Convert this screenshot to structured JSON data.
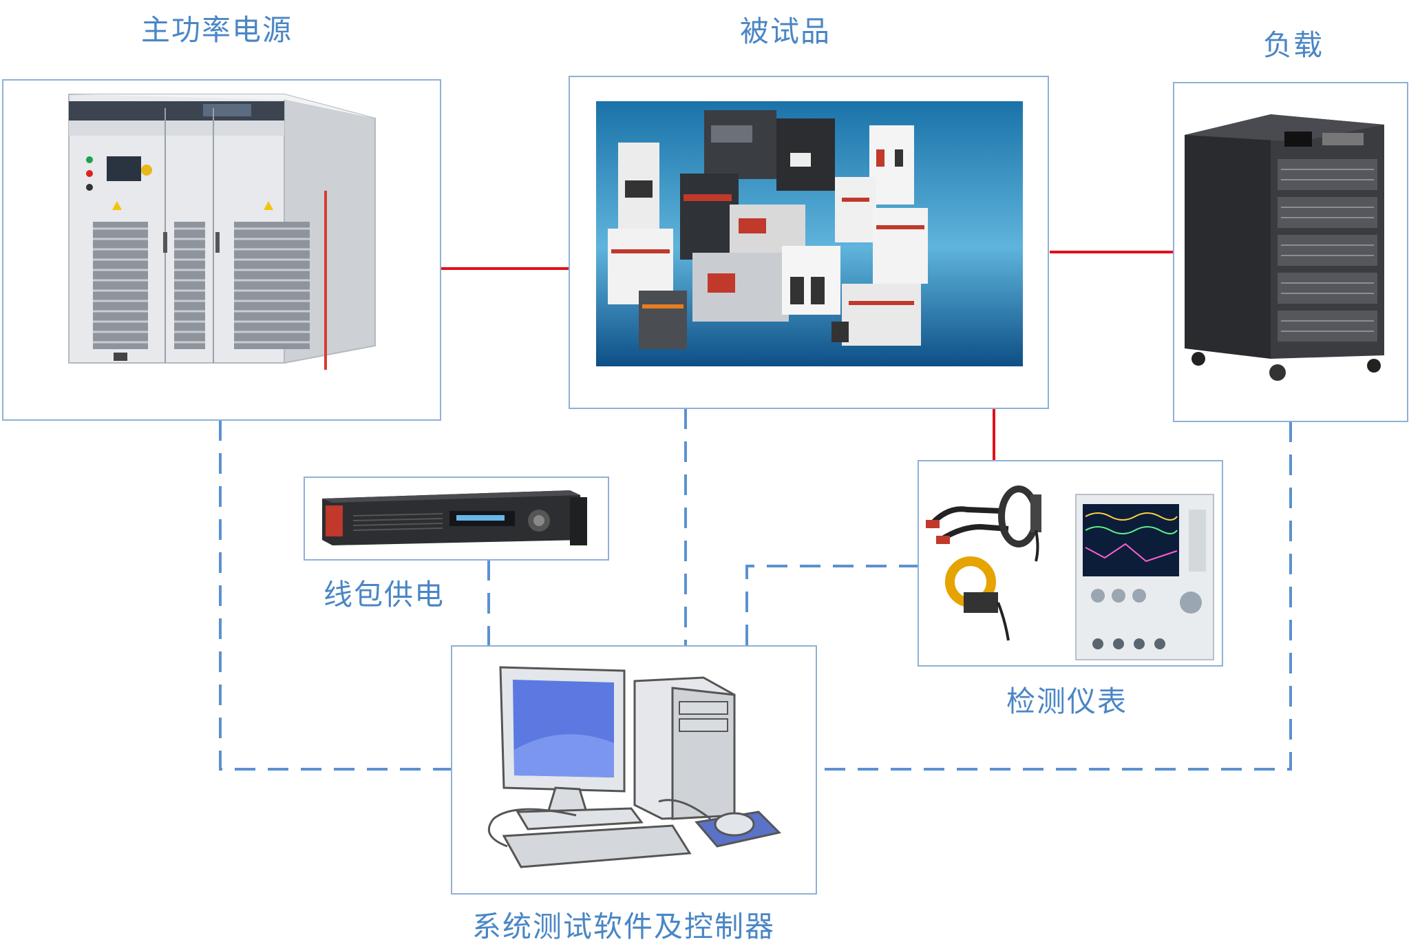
{
  "nodes": {
    "power_supply": {
      "label": "主功率电源"
    },
    "dut": {
      "label": "被试品"
    },
    "load": {
      "label": "负载"
    },
    "coil_supply": {
      "label": "线包供电"
    },
    "instruments": {
      "label": "检测仪表"
    },
    "controller": {
      "label": "系统测试软件及控制器"
    }
  },
  "colors": {
    "label": "#4a86c5",
    "power_line": "#e0101a",
    "control_line": "#5b91cf",
    "box_border": "#8fb0d6"
  }
}
